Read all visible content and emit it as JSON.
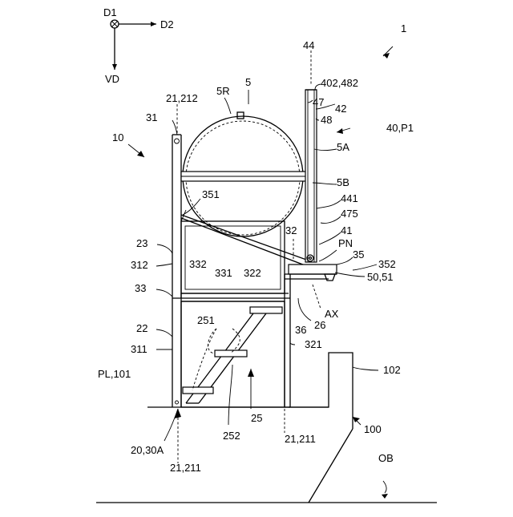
{
  "axes": {
    "d1": "D1",
    "d2": "D2",
    "vd": "VD"
  },
  "labels": {
    "l1": "1",
    "l44": "44",
    "l402": "402,482",
    "l5": "5",
    "l5r": "5R",
    "l21212": "21,212",
    "l31": "31",
    "l47": "47",
    "l42": "42",
    "l48": "48",
    "l40p1": "40,P1",
    "l10": "10",
    "l5a": "5A",
    "l5b": "5B",
    "l351": "351",
    "l441": "441",
    "l475": "475",
    "l32": "32",
    "l41": "41",
    "lpn": "PN",
    "l23": "23",
    "l35": "35",
    "l312": "312",
    "l332": "332",
    "l331": "331",
    "l322": "322",
    "l352": "352",
    "l5051": "50,51",
    "l33": "33",
    "l251": "251",
    "lax": "AX",
    "l36": "36",
    "l26": "26",
    "l22": "22",
    "l311": "311",
    "l321": "321",
    "lpl": "PL,101",
    "l102": "102",
    "l25": "25",
    "l100": "100",
    "l252": "252",
    "l21211b": "21,211",
    "l2030": "20,30A",
    "l21211a": "21,211",
    "lob": "OB"
  }
}
